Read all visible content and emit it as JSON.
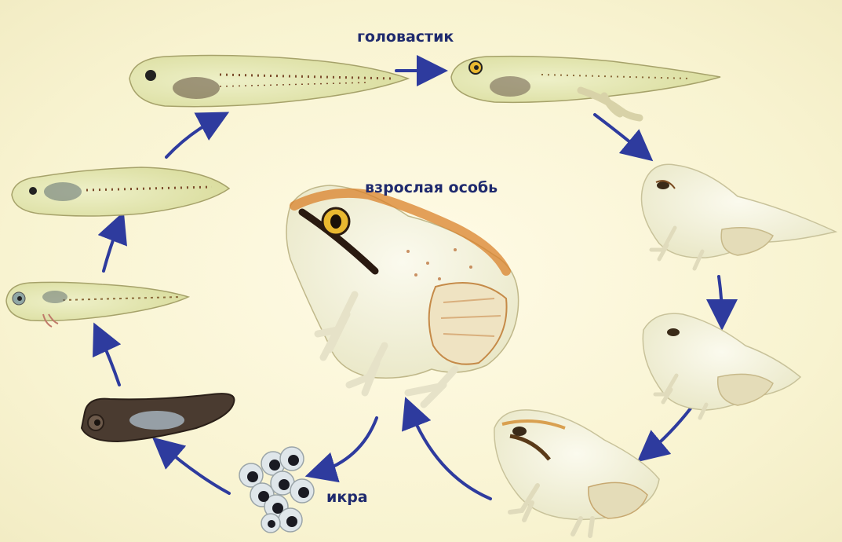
{
  "labels": {
    "tadpole": "головастик",
    "adult": "взрослая особь",
    "eggs": "икра"
  },
  "stages": [
    {
      "id": "eggs",
      "icon": "frog-eggs-icon"
    },
    {
      "id": "embryo",
      "icon": "embryo-tadpole-icon"
    },
    {
      "id": "tadpole-gills",
      "icon": "tadpole-gills-icon"
    },
    {
      "id": "tadpole-young",
      "icon": "tadpole-icon"
    },
    {
      "id": "tadpole-large",
      "icon": "tadpole-large-icon"
    },
    {
      "id": "tadpole-legs",
      "icon": "tadpole-hind-legs-icon"
    },
    {
      "id": "froglet-tail",
      "icon": "froglet-with-tail-icon"
    },
    {
      "id": "froglet-short-tail",
      "icon": "froglet-short-tail-icon"
    },
    {
      "id": "young-frog",
      "icon": "young-frog-icon"
    },
    {
      "id": "adult-frog",
      "icon": "adult-frog-icon"
    }
  ],
  "colors": {
    "background": "#fbf8dc",
    "arrow": "#2e3b9e",
    "label": "#1f2a6e",
    "frog_body": "#f3f0d6",
    "frog_orange": "#d9822b",
    "tadpole_body": "#dfe2a8"
  }
}
